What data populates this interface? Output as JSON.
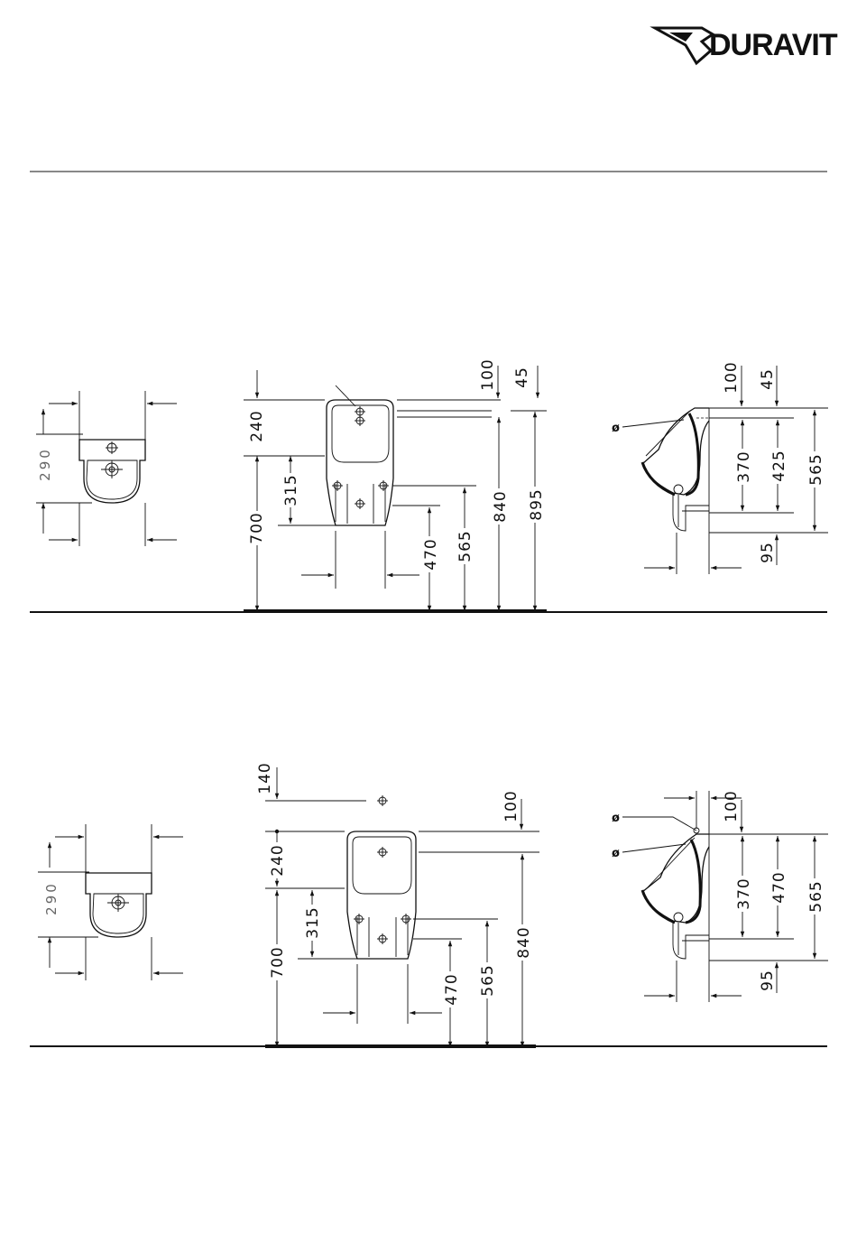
{
  "brand": {
    "name": "DURAVIT"
  },
  "variant_top": {
    "plan": {
      "depth": "290"
    },
    "front": {
      "top_offset": "240",
      "fixing_spacing": "315",
      "floor_to_bottom": "700",
      "lower_fixing": "470",
      "upper_fixing": "565",
      "inlet_height": "840",
      "top_height": "895",
      "inlet_from_top": "100",
      "rim_offset": "45"
    },
    "side": {
      "diameter_symbol": "ø",
      "inlet_from_top": "100",
      "rim_offset": "45",
      "fixing_spacing": "370",
      "inlet_to_outlet": "425",
      "overall_height": "565",
      "outlet_offset": "95"
    }
  },
  "variant_bottom": {
    "plan": {
      "depth": "290"
    },
    "front": {
      "supply_offset": "140",
      "top_offset": "240",
      "fixing_spacing": "315",
      "floor_to_bottom": "700",
      "lower_fixing": "470",
      "upper_fixing": "565",
      "inlet_height": "840",
      "inlet_from_top": "100"
    },
    "side": {
      "diameter_symbol_1": "ø",
      "diameter_symbol_2": "ø",
      "inlet_from_top": "100",
      "fixing_spacing": "370",
      "inlet_to_outlet": "470",
      "overall_height": "565",
      "outlet_offset": "95"
    }
  }
}
